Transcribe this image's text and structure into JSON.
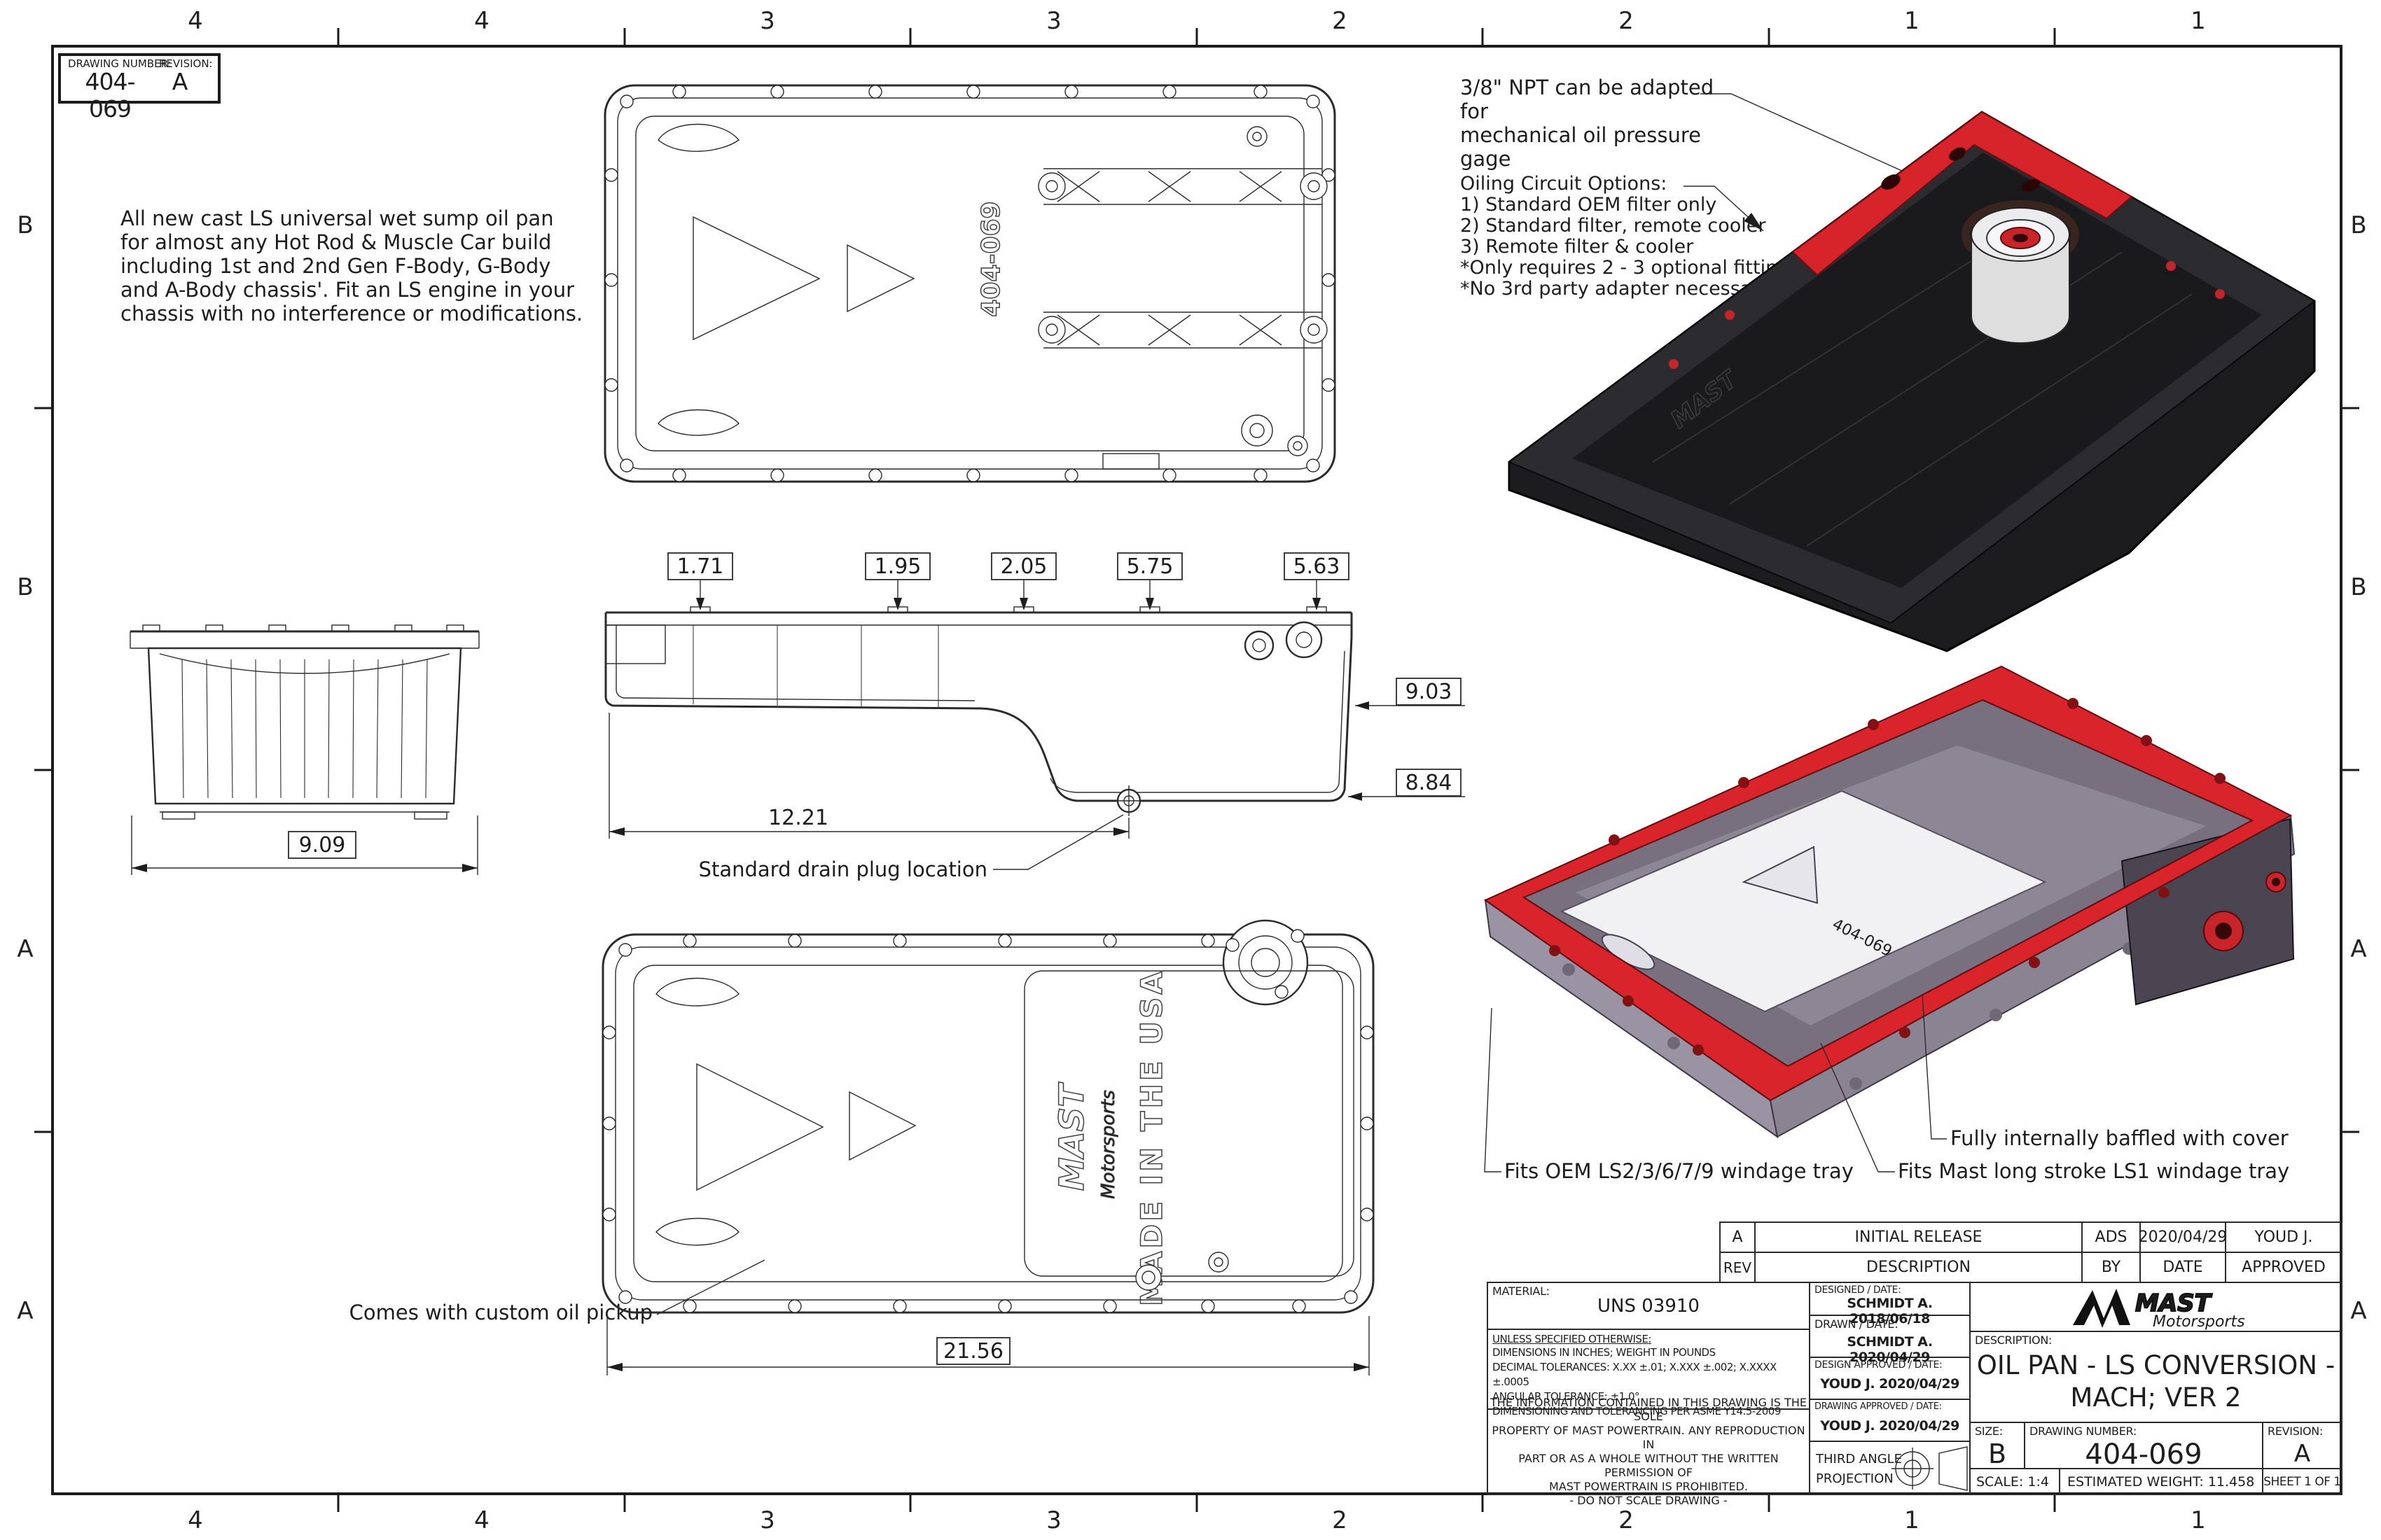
{
  "zones": {
    "top": [
      "4",
      "4",
      "3",
      "3",
      "2",
      "2",
      "1",
      "1"
    ],
    "bottom": [
      "4",
      "4",
      "3",
      "3",
      "2",
      "2",
      "1",
      "1"
    ],
    "left": [
      "B",
      "B",
      "A",
      "A"
    ],
    "right": [
      "B",
      "B",
      "A",
      "A"
    ]
  },
  "header_box": {
    "drawing_number_label": "DRAWING NUMBER:",
    "drawing_number": "404-069",
    "revision_label": "REVISION:",
    "revision": "A"
  },
  "intro_note": {
    "text": "All new cast LS universal wet sump oil pan\nfor almost any Hot Rod & Muscle Car build\nincluding 1st and 2nd Gen F-Body, G-Body\nand A-Body chassis'. Fit an LS engine in your\nchassis with no interference or modifications."
  },
  "npt_note": {
    "text": "3/8\" NPT can be adapted for\nmechanical oil pressure gage"
  },
  "oiling_note": {
    "text": "Oiling Circuit Options:\n1) Standard OEM filter only\n2) Standard filter, remote cooler\n3) Remote filter & cooler\n*Only requires 2 - 3 optional fittings\n*No 3rd party adapter necessary"
  },
  "dims": {
    "offsets": [
      "1.71",
      "1.95",
      "2.05",
      "5.75",
      "5.63"
    ],
    "depth_a": "9.03",
    "depth_b": "8.84",
    "drain_x": "12.21",
    "width": "9.09",
    "length": "21.56"
  },
  "callouts": {
    "drain": "Standard drain plug location",
    "pickup": "Comes with custom oil pickup",
    "oem_tray": "Fits OEM LS2/3/6/7/9 windage tray",
    "mast_tray": "Fits Mast long stroke LS1 windage tray",
    "baffled": "Fully internally baffled with cover"
  },
  "markings": {
    "part_number": "404-069",
    "logo_mast": "MAST",
    "logo_motorsports": "Motorsports",
    "made_in_usa": "MADE IN THE USA"
  },
  "revision_table": {
    "headers": {
      "rev": "REV",
      "description": "DESCRIPTION",
      "by": "BY",
      "date": "DATE",
      "approved": "APPROVED"
    },
    "rows": [
      {
        "rev": "A",
        "description": "INITIAL RELEASE",
        "by": "ADS",
        "date": "2020/04/29",
        "approved": "YOUD J."
      }
    ]
  },
  "title_block": {
    "material_label": "MATERIAL:",
    "material": "UNS 03910",
    "tolerances_title": "UNLESS SPECIFIED OTHERWISE:",
    "tolerances_text": "DIMENSIONS IN INCHES; WEIGHT IN POUNDS\nDECIMAL TOLERANCES: X.XX ±.01; X.XXX ±.002; X.XXXX ±.0005\nANGULAR TOLERANCE: ±1.0°\nDIMENSIONING AND TOLERANCING PER ASME Y14.5-2009",
    "legal_text": "THE INFORMATION CONTAINED IN THIS DRAWING IS THE SOLE\nPROPERTY OF MAST POWERTRAIN.  ANY REPRODUCTION IN\nPART OR AS A WHOLE WITHOUT THE WRITTEN PERMISSION OF\nMAST POWERTRAIN IS PROHIBITED.\n- DO NOT SCALE DRAWING -",
    "signatures": [
      {
        "label": "DESIGNED / DATE:",
        "value": "SCHMIDT A.  2018/06/18"
      },
      {
        "label": "DRAWN / DATE:",
        "value": "SCHMIDT A.  2020/04/29"
      },
      {
        "label": "DESIGN APPROVED / DATE:",
        "value": "YOUD J.  2020/04/29"
      },
      {
        "label": "DRAWING APPROVED / DATE:",
        "value": "YOUD J.  2020/04/29"
      }
    ],
    "projection_line1": "THIRD ANGLE",
    "projection_line2": "PROJECTION",
    "description_label": "DESCRIPTION:",
    "description_line1": "OIL PAN - LS CONVERSION -",
    "description_line2": "MACH; VER 2",
    "size_label": "SIZE:",
    "size": "B",
    "drawing_number_label": "DRAWING NUMBER:",
    "drawing_number": "404-069",
    "revision_label": "REVISION:",
    "revision": "A",
    "scale": "SCALE: 1:4",
    "est_weight": "ESTIMATED WEIGHT: 11.458",
    "sheet": "SHEET 1 OF 1"
  },
  "colors": {
    "accent_red": "#d8242a",
    "dark_body": "#232327",
    "wall_gray": "#9a93a4",
    "interior_purple": "#79707f",
    "tray_light": "#f1f0f3",
    "line": "#2b2b2e"
  }
}
